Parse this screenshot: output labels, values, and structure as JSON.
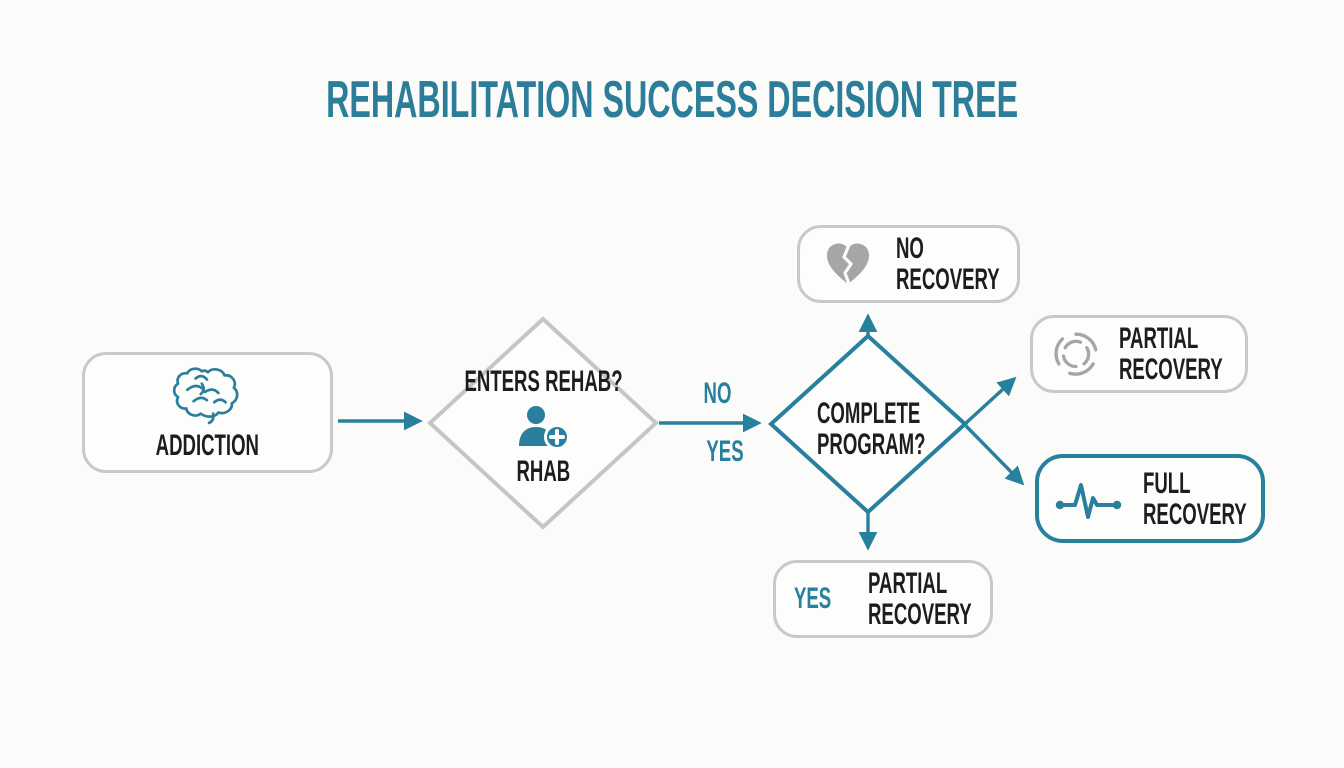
{
  "title": "REHABILITATION SUCCESS DECISION TREE",
  "nodes": {
    "addiction": {
      "label": "ADDICTION",
      "icon": "brain-icon"
    },
    "enters_rehab": {
      "question": "ENTERS REHAB?",
      "sublabel": "RHAB",
      "icon": "person-plus-icon"
    },
    "complete_program": {
      "question_line1": "COMPLETE",
      "question_line2": "PROGRAM?"
    },
    "no_recovery": {
      "label_line1": "NO",
      "label_line2": "RECOVERY",
      "icon": "broken-heart-icon"
    },
    "partial_recovery_top": {
      "label_line1": "PARTIAL",
      "label_line2": "RECOVERY",
      "icon": "swirl-icon"
    },
    "full_recovery": {
      "label_line1": "FULL",
      "label_line2": "RECOVERY",
      "icon": "ecg-icon"
    },
    "partial_recovery_bottom": {
      "prefix": "YES",
      "label_line1": "PARTIAL",
      "label_line2": "RECOVERY"
    }
  },
  "edges": {
    "no_label": "NO",
    "yes_label": "YES"
  },
  "colors": {
    "teal": "#27809E",
    "title_teal": "#2B7D99",
    "gray_border": "#C6CACB",
    "gray_icon": "#A6A6A6",
    "text": "#1D1D1D",
    "background": "#FBFBF9"
  }
}
